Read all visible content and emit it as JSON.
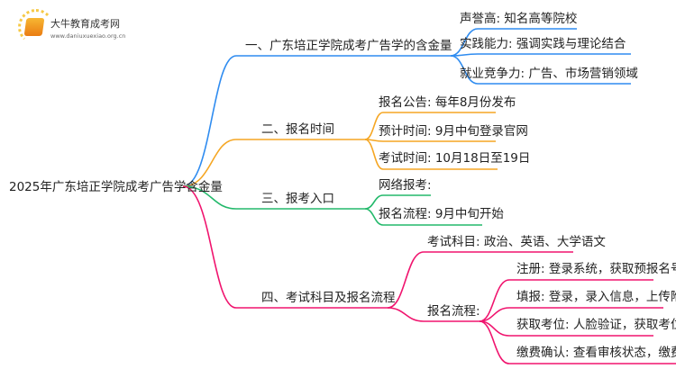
{
  "logo": {
    "name": "大牛教育成考网",
    "url": "www.daniuxuexiao.org.cn"
  },
  "root": "2025年广东培正学院成考广告学含金量",
  "colors": {
    "b1": "#2f8cf0",
    "b2": "#f5a623",
    "b3": "#23b96b",
    "b4": "#f0146e"
  },
  "branches": [
    {
      "label": "一、广东培正学院成考广告学的含金量",
      "children": [
        "声誉高: 知名高等院校",
        "实践能力: 强调实践与理论结合",
        "就业竞争力: 广告、市场营销领域"
      ]
    },
    {
      "label": "二、报名时间",
      "children": [
        "报名公告: 每年8月份发布",
        "预计时间: 9月中旬登录官网",
        "考试时间: 10月18日至19日"
      ]
    },
    {
      "label": "三、报考入口",
      "children": [
        "网络报考:",
        "报名流程: 9月中旬开始"
      ]
    },
    {
      "label": "四、考试科目及报名流程",
      "children": [
        "考试科目: 政治、英语、大学语文",
        "报名流程:"
      ],
      "sub": [
        "注册: 登录系统，获取预报名号",
        "填报: 登录，录入信息，上传附件",
        "获取考位: 人脸验证，获取考位",
        "缴费确认: 查看审核状态，缴费确认"
      ]
    }
  ]
}
